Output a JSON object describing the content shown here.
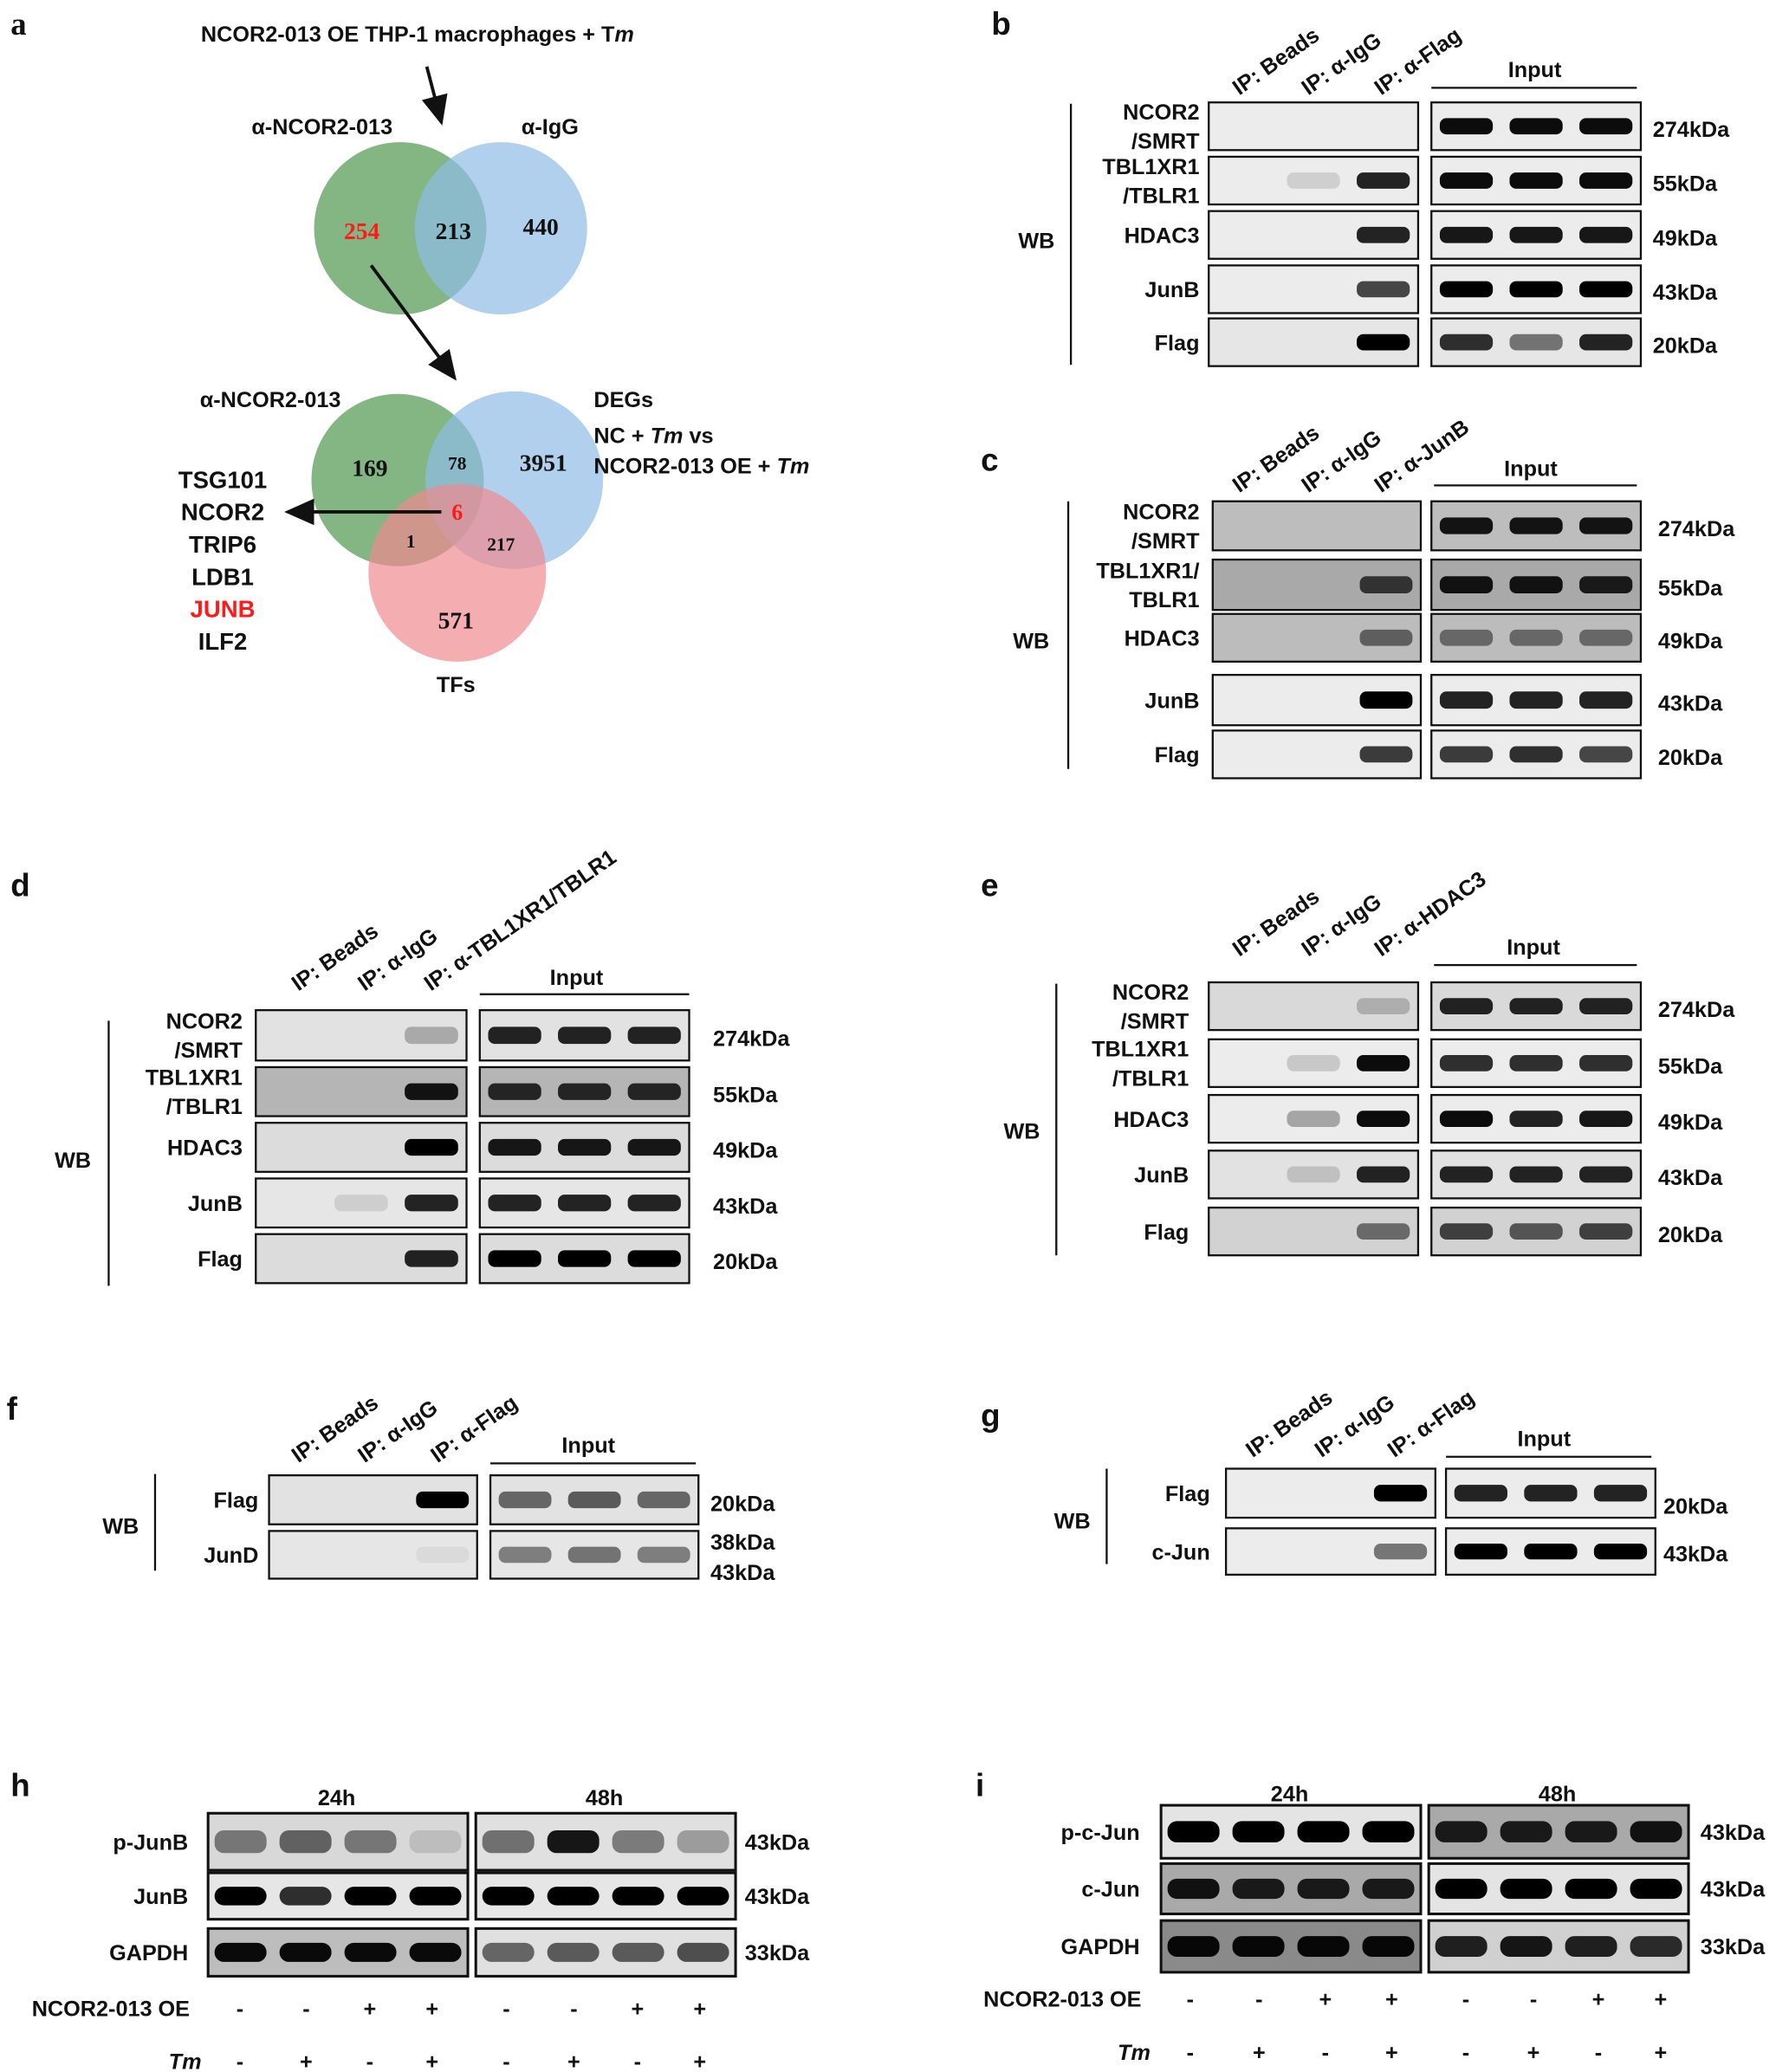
{
  "panel_a": {
    "letter": "a",
    "title_prefix": "NCOR2-013 OE  THP-1 macrophages + T",
    "title_italic": "m",
    "venn1": {
      "left_label": "α-NCOR2-013",
      "right_label": "α-IgG",
      "left_only": "254",
      "overlap": "213",
      "right_only": "440"
    },
    "venn2": {
      "left_label": "α-NCOR2-013",
      "right_label": "DEGs",
      "right_sub1_a": "NC + ",
      "right_sub1_b": "Tm",
      "right_sub1_c": " vs",
      "right_sub2_a": "NCOR2-013 OE + ",
      "right_sub2_b": "Tm",
      "bottom_label": "TFs",
      "left_only": "169",
      "left_right": "78",
      "right_only": "3951",
      "center": "6",
      "left_bottom": "1",
      "right_bottom": "217",
      "bottom_only": "571"
    },
    "genes": [
      {
        "name": "TSG101",
        "highlight": false
      },
      {
        "name": "NCOR2",
        "highlight": false
      },
      {
        "name": "TRIP6",
        "highlight": false
      },
      {
        "name": "LDB1",
        "highlight": false
      },
      {
        "name": "JUNB",
        "highlight": true
      },
      {
        "name": "ILF2",
        "highlight": false
      }
    ],
    "colors": {
      "green": "#5a9e5a",
      "blue": "#8fbce6",
      "red": "#f08a8f",
      "highlight": "#ff1a1a"
    }
  },
  "blots": {
    "b": {
      "letter": "b",
      "wb": "WB",
      "input": "Input",
      "lanes": [
        "IP: Beads",
        "IP: α-IgG",
        "IP: α-Flag"
      ],
      "rows": [
        {
          "label": [
            "NCOR2",
            "/SMRT"
          ],
          "kda": [
            "274kDa"
          ]
        },
        {
          "label": [
            "TBL1XR1",
            "/TBLR1"
          ],
          "kda": [
            "55kDa"
          ]
        },
        {
          "label": [
            "HDAC3"
          ],
          "kda": [
            "49kDa"
          ]
        },
        {
          "label": [
            "JunB"
          ],
          "kda": [
            "43kDa"
          ]
        },
        {
          "label": [
            "Flag"
          ],
          "kda": [
            "20kDa"
          ]
        }
      ]
    },
    "c": {
      "letter": "c",
      "wb": "WB",
      "input": "Input",
      "lanes": [
        "IP: Beads",
        "IP: α-IgG",
        "IP: α-JunB"
      ],
      "rows": [
        {
          "label": [
            "NCOR2",
            "/SMRT"
          ],
          "kda": [
            "274kDa"
          ]
        },
        {
          "label": [
            "TBL1XR1/",
            "TBLR1"
          ],
          "kda": [
            "55kDa"
          ]
        },
        {
          "label": [
            "HDAC3"
          ],
          "kda": [
            "49kDa"
          ]
        },
        {
          "label": [
            "JunB"
          ],
          "kda": [
            "43kDa"
          ]
        },
        {
          "label": [
            "Flag"
          ],
          "kda": [
            "20kDa"
          ]
        }
      ]
    },
    "d": {
      "letter": "d",
      "wb": "WB",
      "input": "Input",
      "lanes": [
        "IP: Beads",
        "IP: α-IgG",
        "IP: α-TBL1XR1/TBLR1"
      ],
      "rows": [
        {
          "label": [
            "NCOR2",
            "/SMRT"
          ],
          "kda": [
            "274kDa"
          ]
        },
        {
          "label": [
            "TBL1XR1",
            "/TBLR1"
          ],
          "kda": [
            "55kDa"
          ]
        },
        {
          "label": [
            "HDAC3"
          ],
          "kda": [
            "49kDa"
          ]
        },
        {
          "label": [
            "JunB"
          ],
          "kda": [
            "43kDa"
          ]
        },
        {
          "label": [
            "Flag"
          ],
          "kda": [
            "20kDa"
          ]
        }
      ]
    },
    "e": {
      "letter": "e",
      "wb": "WB",
      "input": "Input",
      "lanes": [
        "IP: Beads",
        "IP: α-IgG",
        "IP: α-HDAC3"
      ],
      "rows": [
        {
          "label": [
            "NCOR2",
            "/SMRT"
          ],
          "kda": [
            "274kDa"
          ]
        },
        {
          "label": [
            "TBL1XR1",
            "/TBLR1"
          ],
          "kda": [
            "55kDa"
          ]
        },
        {
          "label": [
            "HDAC3"
          ],
          "kda": [
            "49kDa"
          ]
        },
        {
          "label": [
            "JunB"
          ],
          "kda": [
            "43kDa"
          ]
        },
        {
          "label": [
            "Flag"
          ],
          "kda": [
            "20kDa"
          ]
        }
      ]
    },
    "f": {
      "letter": "f",
      "wb": "WB",
      "input": "Input",
      "lanes": [
        "IP: Beads",
        "IP: α-IgG",
        "IP: α-Flag"
      ],
      "rows": [
        {
          "label": [
            "Flag"
          ],
          "kda": [
            "20kDa"
          ]
        },
        {
          "label": [
            "JunD"
          ],
          "kda": [
            "38kDa",
            "43kDa"
          ]
        }
      ]
    },
    "g": {
      "letter": "g",
      "wb": "WB",
      "input": "Input",
      "lanes": [
        "IP: Beads",
        "IP: α-IgG",
        "IP: α-Flag"
      ],
      "rows": [
        {
          "label": [
            "Flag"
          ],
          "kda": [
            "20kDa"
          ]
        },
        {
          "label": [
            "c-Jun"
          ],
          "kda": [
            "43kDa"
          ]
        }
      ]
    }
  },
  "timecourse": {
    "h": {
      "letter": "h",
      "times": [
        "24h",
        "48h"
      ],
      "rows": [
        {
          "label": "p-JunB",
          "kda": "43kDa"
        },
        {
          "label": "JunB",
          "kda": "43kDa"
        },
        {
          "label": "GAPDH",
          "kda": "33kDa"
        }
      ],
      "oe_label": "NCOR2-013 OE",
      "tm_label": "Tm",
      "oe": [
        "-",
        "-",
        "+",
        "+",
        "-",
        "-",
        "+",
        "+"
      ],
      "tm": [
        "-",
        "+",
        "-",
        "+",
        "-",
        "+",
        "-",
        "+"
      ]
    },
    "i": {
      "letter": "i",
      "times": [
        "24h",
        "48h"
      ],
      "rows": [
        {
          "label": "p-c-Jun",
          "kda": "43kDa"
        },
        {
          "label": "c-Jun",
          "kda": "43kDa"
        },
        {
          "label": "GAPDH",
          "kda": "33kDa"
        }
      ],
      "oe_label": "NCOR2-013 OE",
      "tm_label": "Tm",
      "oe": [
        "-",
        "-",
        "+",
        "+",
        "-",
        "-",
        "+",
        "+"
      ],
      "tm": [
        "-",
        "+",
        "-",
        "+",
        "-",
        "+",
        "-",
        "+"
      ]
    }
  }
}
